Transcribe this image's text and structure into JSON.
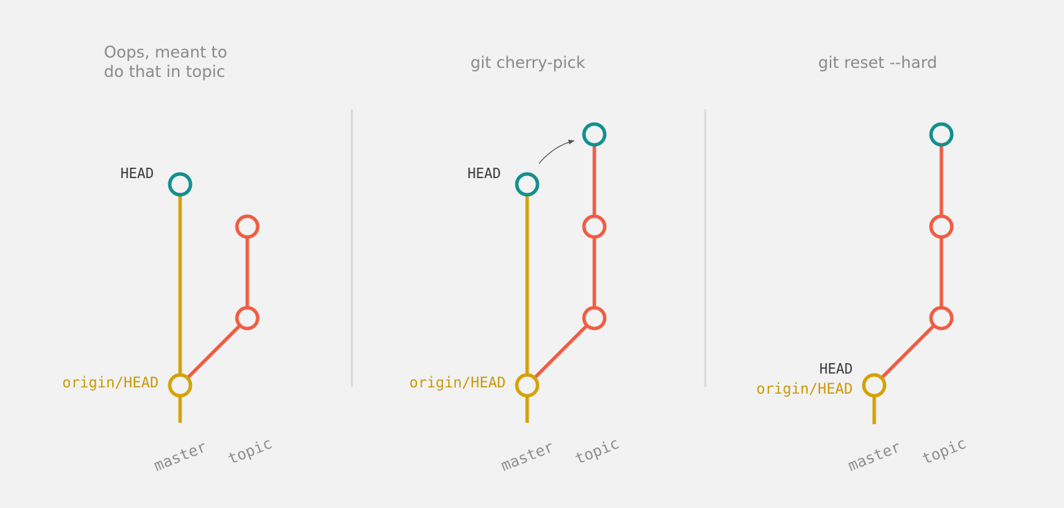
{
  "colors": {
    "background": "#f2f2f2",
    "master": "#d4a20a",
    "topic": "#ef5d44",
    "cherry_commit": "#12908e",
    "divider": "#d9d9d9",
    "title": "#8a8a8a",
    "ref_label": "#3a3a3a",
    "branch_label": "#8e8e8e"
  },
  "panels": [
    {
      "title_lines": [
        "Oops, meant to",
        "do that in topic"
      ],
      "head_label": "HEAD",
      "origin_label": "origin/HEAD",
      "branch_labels": [
        "master",
        "topic"
      ]
    },
    {
      "title_lines": [
        "git cherry-pick"
      ],
      "head_label": "HEAD",
      "origin_label": "origin/HEAD",
      "branch_labels": [
        "master",
        "topic"
      ]
    },
    {
      "title_lines": [
        "git reset --hard"
      ],
      "head_label": "HEAD",
      "origin_label": "origin/HEAD",
      "branch_labels": [
        "master",
        "topic"
      ]
    }
  ]
}
